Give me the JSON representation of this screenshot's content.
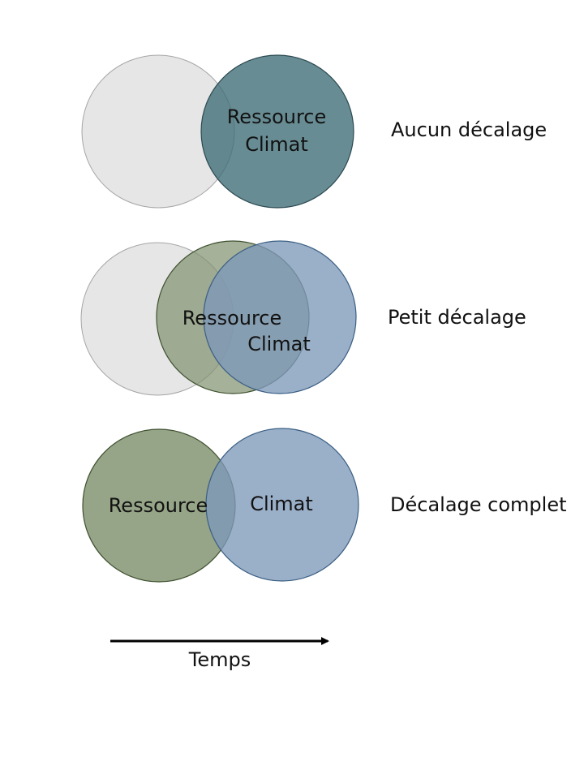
{
  "rows": [
    {
      "caption": "Aucun décalage",
      "resource_label": "Ressource",
      "climate_label": "Climat"
    },
    {
      "caption": "Petit décalage",
      "resource_label": "Ressource",
      "climate_label": "Climat"
    },
    {
      "caption": "Décalage complet",
      "resource_label": "Ressource",
      "climate_label": "Climat"
    }
  ],
  "axis": {
    "label": "Temps"
  },
  "colors": {
    "background_circle": "#e6e6e6",
    "background_circle_stroke": "#a6a6a6",
    "overlap_teal": "#3e6b75",
    "overlap_teal_stroke": "#2c4a52",
    "resource_green": "#7f906c",
    "resource_green_stroke": "#3f5130",
    "climate_blue": "#7d98b8",
    "climate_blue_stroke": "#3b5f84",
    "arrow": "#000000"
  }
}
